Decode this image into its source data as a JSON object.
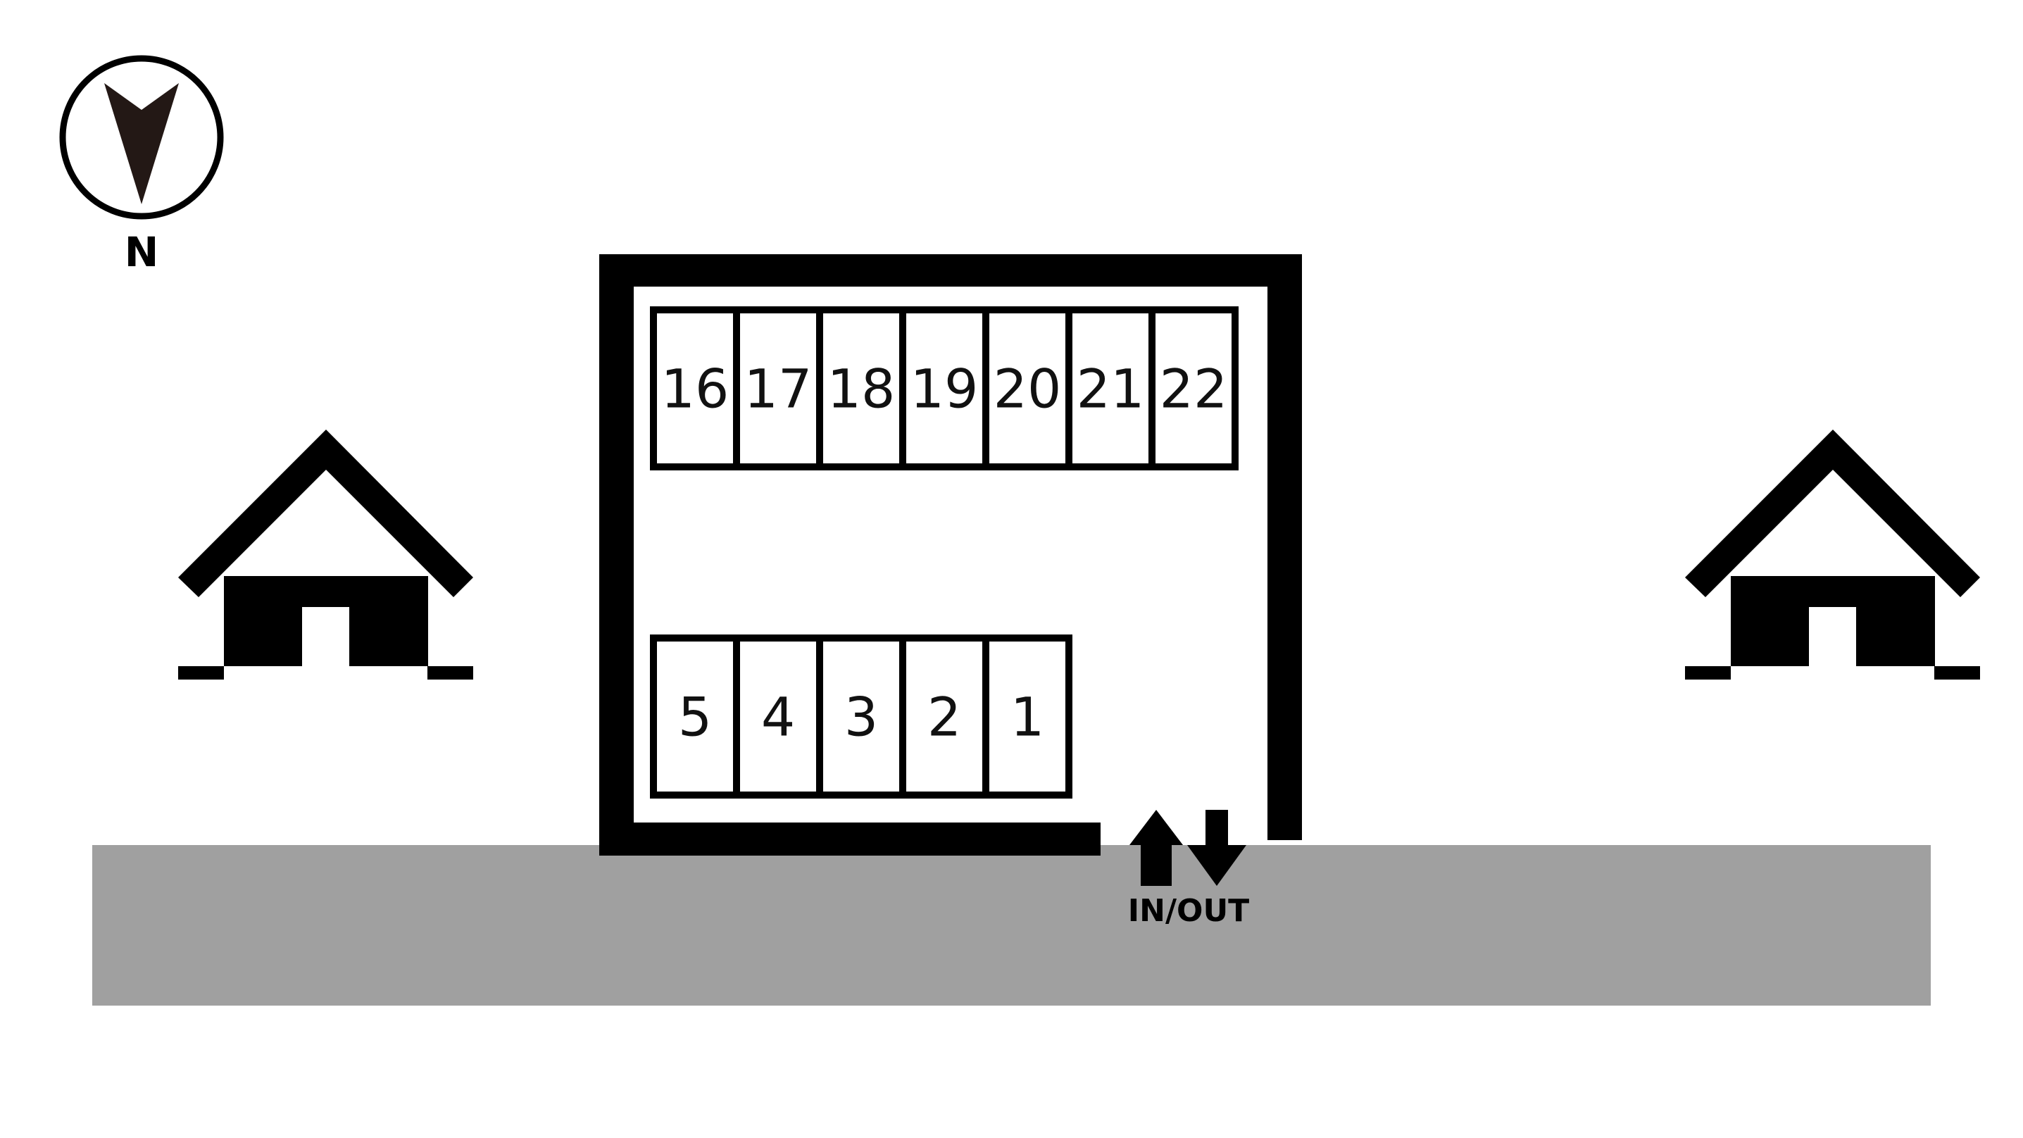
{
  "compass": {
    "label": "N",
    "icon": "north-arrow-icon"
  },
  "entrance": {
    "label": "IN/OUT",
    "icons": [
      "arrow-up-icon",
      "arrow-down-icon"
    ]
  },
  "parking_rows": {
    "top": [
      "16",
      "17",
      "18",
      "19",
      "20",
      "21",
      "22"
    ],
    "bottom": [
      "5",
      "4",
      "3",
      "2",
      "1"
    ]
  },
  "colors": {
    "road": "#a0a0a0",
    "walls": "#000000",
    "background": "#ffffff"
  },
  "icons": {
    "left_house": "house-icon",
    "right_house": "house-icon"
  }
}
